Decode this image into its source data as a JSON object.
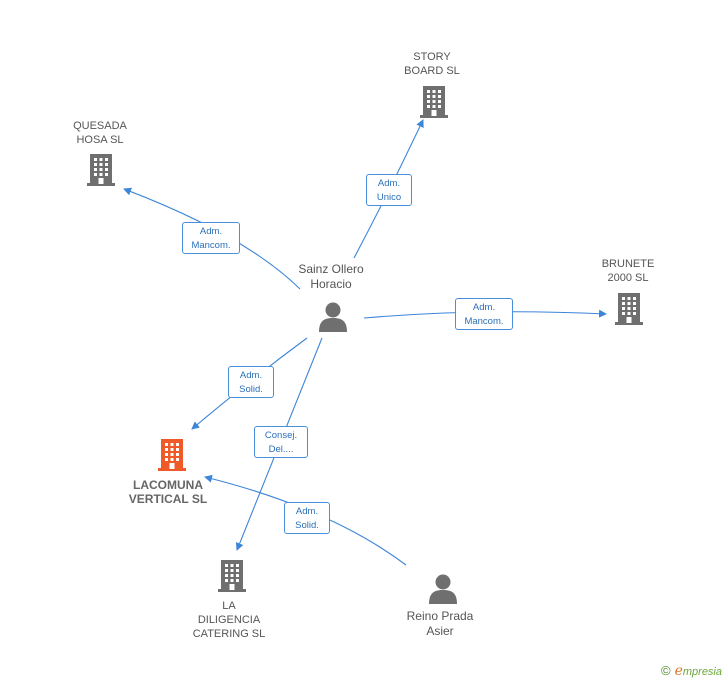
{
  "nodes": {
    "quesada": {
      "line1": "QUESADA",
      "line2": "HOSA SL"
    },
    "story": {
      "line1": "STORY",
      "line2": "BOARD SL"
    },
    "brunete": {
      "line1": "BRUNETE",
      "line2": "2000 SL"
    },
    "sainz": {
      "line1": "Sainz Ollero",
      "line2": "Horacio"
    },
    "lacomuna": {
      "line1": "LACOMUNA",
      "line2": "VERTICAL SL"
    },
    "ladiligencia": {
      "line1": "LA",
      "line2": "DILIGENCIA",
      "line3": "CATERING SL"
    },
    "reino": {
      "line1": "Reino Prada",
      "line2": "Asier"
    }
  },
  "edges": {
    "sainz_quesada": {
      "line1": "Adm.",
      "line2": "Mancom."
    },
    "sainz_story": {
      "line1": "Adm.",
      "line2": "Unico"
    },
    "sainz_brunete": {
      "line1": "Adm.",
      "line2": "Mancom."
    },
    "sainz_lacomuna": {
      "line1": "Adm.",
      "line2": "Solid."
    },
    "sainz_ladiligencia": {
      "line1": "Consej.",
      "line2": "Del...."
    },
    "reino_lacomuna": {
      "line1": "Adm.",
      "line2": "Solid."
    }
  },
  "colors": {
    "edge": "#3d85d8",
    "building": "#6f6f6f",
    "focus": "#f05a28",
    "person": "#6f6f6f"
  },
  "brand": {
    "copyright": "©",
    "e": "e",
    "rest": "mpresia"
  }
}
